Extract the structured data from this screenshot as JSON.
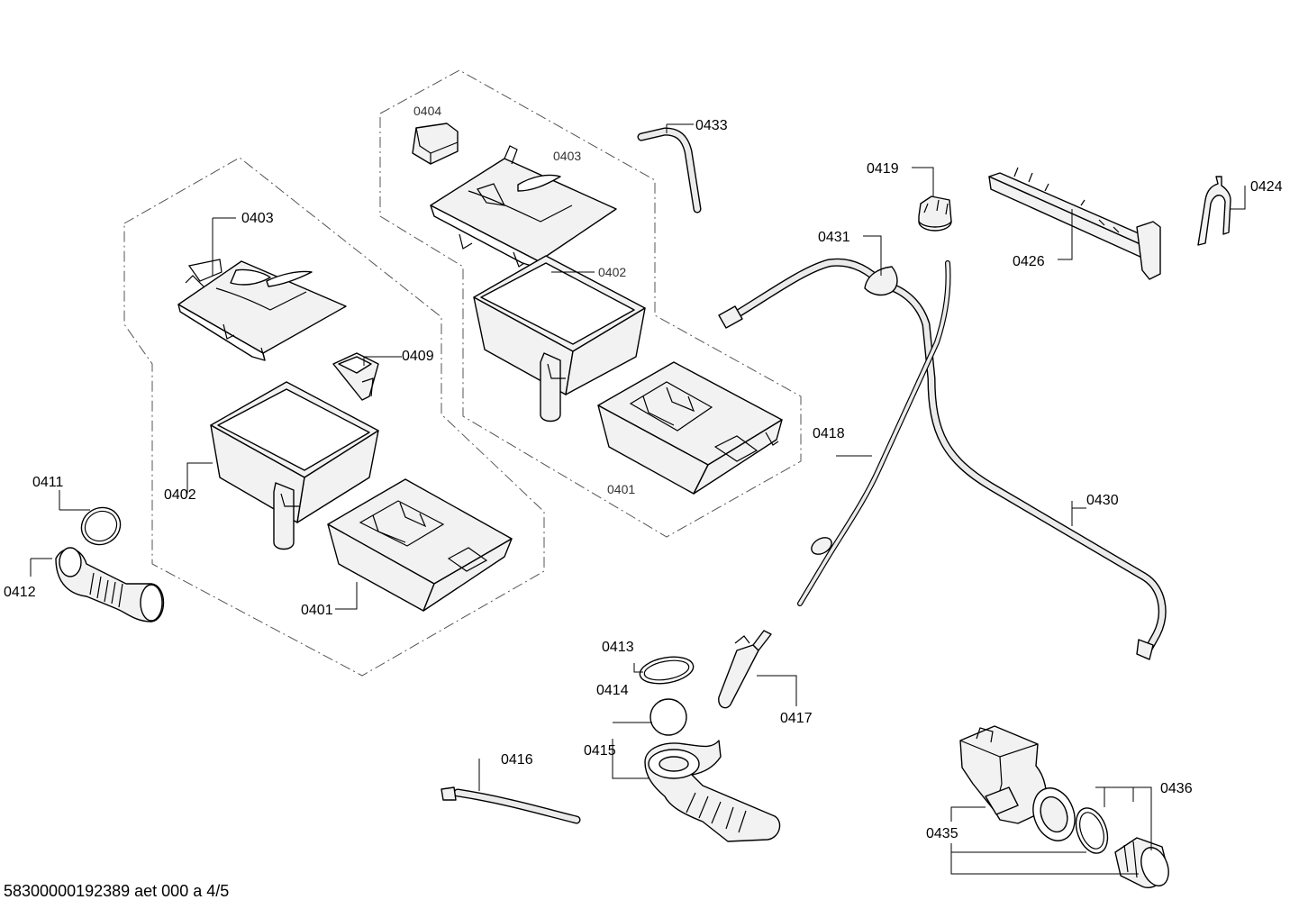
{
  "doc_id": "58300000192389 aet 000 a 4/5",
  "labels": {
    "l0404": "0404",
    "l0403a": "0403",
    "l0403b": "0403",
    "l0402a": "0402",
    "l0402b": "0402",
    "l0401a": "0401",
    "l0401b": "0401",
    "l0409": "0409",
    "l0411": "0411",
    "l0412": "0412",
    "l0413": "0413",
    "l0414": "0414",
    "l0415": "0415",
    "l0416": "0416",
    "l0417": "0417",
    "l0418": "0418",
    "l0419": "0419",
    "l0424": "0424",
    "l0426": "0426",
    "l0430": "0430",
    "l0431": "0431",
    "l0433": "0433",
    "l0435": "0435",
    "l0436": "0436"
  }
}
